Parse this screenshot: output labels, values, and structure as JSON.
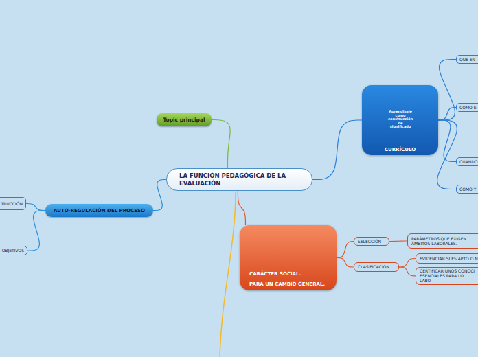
{
  "diagram": {
    "nodes": [
      {
        "text": [
          "LA FUNCIÓN PEDAGÓGICA DE LA EVALUACIÓN"
        ]
      },
      {
        "text": [
          "Topic principal"
        ]
      },
      {
        "text": [
          "CURRÍCULO"
        ]
      },
      {
        "text": [
          "QUE EN"
        ]
      },
      {
        "text": [
          "COMO E"
        ]
      },
      {
        "text": [
          "CUANDO"
        ]
      },
      {
        "text": [
          "COMO Y"
        ]
      },
      {
        "text": [
          "AUTO-REGULACIÓN DEL PROCESO"
        ]
      },
      {
        "text": [
          "TRUCCIÓN"
        ]
      },
      {
        "text": [
          "OBJETIVOS"
        ]
      },
      {
        "text": [
          "CARÁCTER SOCIAL.",
          "PARA UN CAMBIO GENERAL."
        ]
      },
      {
        "text": [
          "SELECCIÓN"
        ]
      },
      {
        "text": [
          "PARÁMETROS QUE EXIGEN ÁMBITOS LABORALES."
        ]
      },
      {
        "text": [
          "CLASIFICACIÓN"
        ]
      },
      {
        "text": [
          "EVIDENCIAR SI ES APTO O N"
        ]
      },
      {
        "text": [
          "CERTIFICAR UNOS CONOCI ESENCIALES PARA LO LABO"
        ]
      }
    ],
    "edges": [
      {
        "from": 0,
        "to": 1,
        "arrow": "none"
      },
      {
        "from": 0,
        "to": 2,
        "arrow": "none"
      },
      {
        "from": 2,
        "to": 3,
        "arrow": "none"
      },
      {
        "from": 2,
        "to": 4,
        "arrow": "none"
      },
      {
        "from": 2,
        "to": 5,
        "arrow": "none"
      },
      {
        "from": 2,
        "to": 6,
        "arrow": "none"
      },
      {
        "from": 0,
        "to": 7,
        "arrow": "none"
      },
      {
        "from": 7,
        "to": 8,
        "arrow": "none"
      },
      {
        "from": 7,
        "to": 9,
        "arrow": "none"
      },
      {
        "from": 0,
        "to": 10,
        "arrow": "none"
      },
      {
        "from": 10,
        "to": 11,
        "arrow": "none"
      },
      {
        "from": 11,
        "to": 12,
        "arrow": "none"
      },
      {
        "from": 10,
        "to": 13,
        "arrow": "none"
      },
      {
        "from": 13,
        "to": 14,
        "arrow": "none"
      },
      {
        "from": 13,
        "to": 15,
        "arrow": "none"
      }
    ],
    "labels": [
      "Aprendizaje como construcción de significado"
    ]
  }
}
